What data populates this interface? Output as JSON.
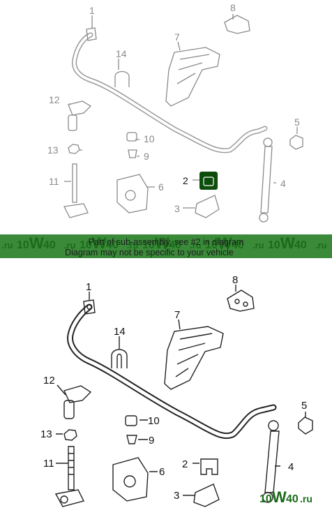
{
  "notice": {
    "line1": "Part of sub-assembly, see #2 in diagram",
    "line2": "Diagram may not be specific to your vehicle"
  },
  "watermark": {
    "prefix": ".ru",
    "brand_a": "10",
    "brand_b": "W",
    "brand_c": "40",
    "corner_suffix": ".ru"
  },
  "colors": {
    "band": "#3a8a3a",
    "highlight": "#0c4d0c",
    "watermark": "#1a6b1a",
    "line_gray": "#8a8a8a",
    "line_dark": "#222222"
  },
  "top_callouts": [
    "1",
    "2",
    "3",
    "4",
    "5",
    "6",
    "7",
    "8",
    "9",
    "10",
    "11",
    "12",
    "13",
    "14"
  ],
  "bottom_callouts": [
    "1",
    "2",
    "3",
    "4",
    "5",
    "6",
    "7",
    "8",
    "9",
    "10",
    "11",
    "12",
    "13",
    "14"
  ]
}
